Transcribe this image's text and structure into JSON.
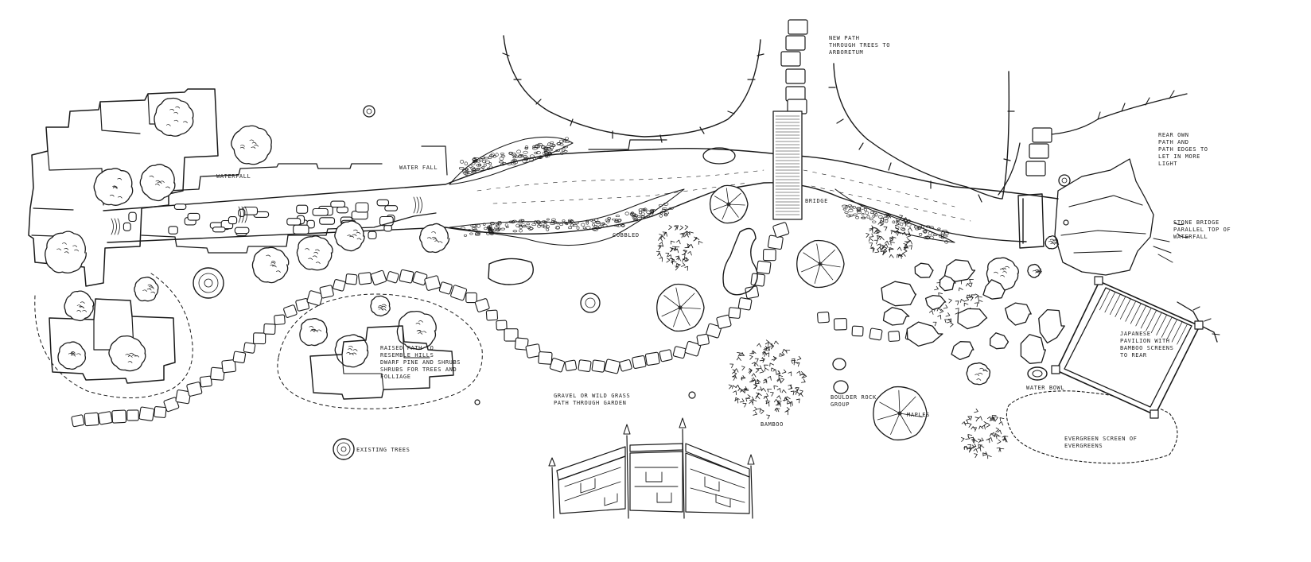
{
  "labels": {
    "new_path": [
      "NEW PATH",
      "THROUGH TREES TO",
      "ARBORETUM"
    ],
    "rear_path": [
      "REAR OWN",
      "PATH AND",
      "PATH EDGES TO",
      "LET IN MORE",
      "LIGHT"
    ],
    "waterfall_left": [
      "WATERFALL"
    ],
    "waterfall_right": [
      "WATER FALL"
    ],
    "bridge": [
      "BRIDGE"
    ],
    "cobbles": [
      "COBBLED"
    ],
    "stone_bridge": [
      "STONE BRIDGE",
      "PARALLEL TOP OF",
      "WATERFALL"
    ],
    "raised_path": [
      "RAISED PATH TO",
      "RESEMBLE HILLS",
      "DWARF PINE AND SHRUBS",
      "SHRUBS FOR TREES AND",
      "FOLLIAGE"
    ],
    "gravel_path": [
      "GRAVEL OR WILD GRASS",
      "PATH THROUGH GARDEN"
    ],
    "pavilion": [
      "JAPANESE",
      "PAVILION WITH",
      "BAMBOO SCREENS",
      "TO REAR"
    ],
    "water_bowl": [
      "WATER BOWL"
    ],
    "existing_trees": [
      "EXISTING TREES"
    ],
    "bamboo": [
      "BAMBOO"
    ],
    "boulder_group": [
      "BOULDER ROCK",
      "GROUP"
    ],
    "maples": [
      "MAPLES"
    ],
    "evergreen": [
      "EVERGREEN SCREEN OF",
      "EVERGREENS"
    ]
  }
}
